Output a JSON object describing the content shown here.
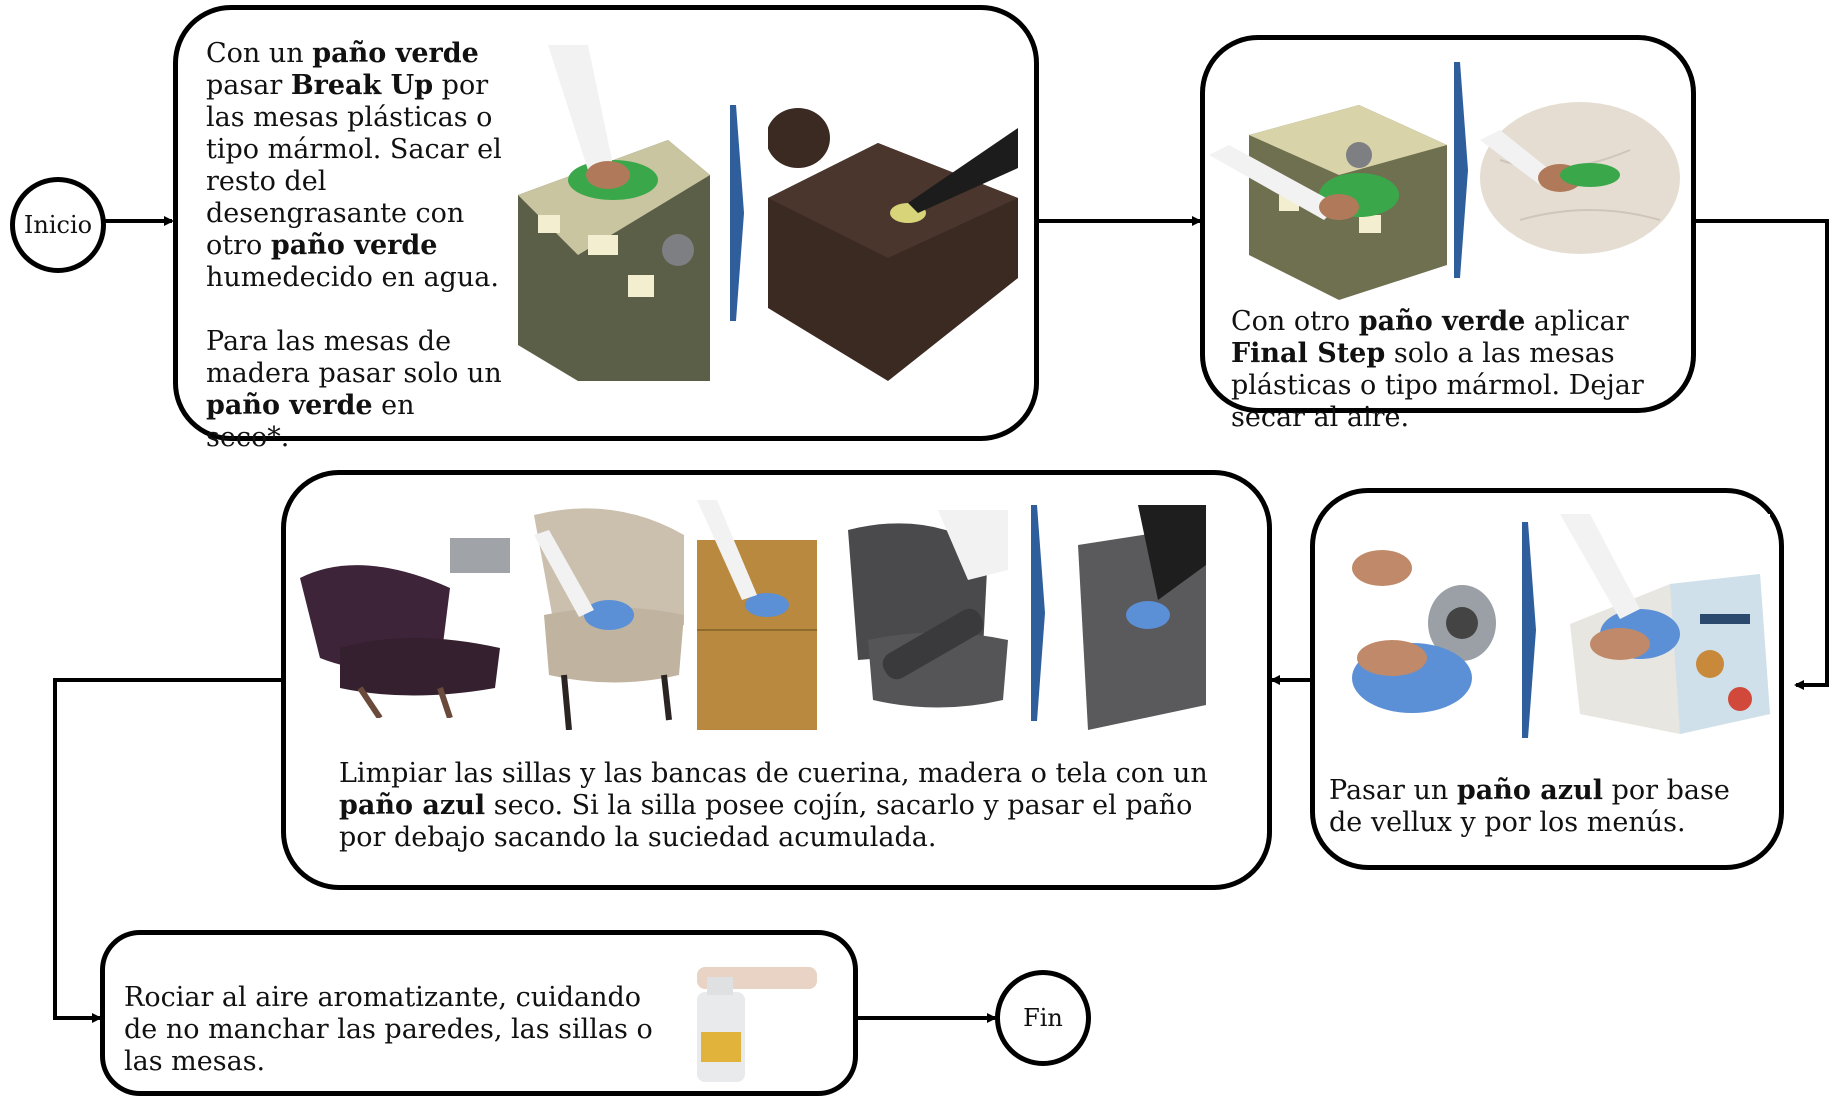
{
  "start": {
    "label": "Inicio"
  },
  "end": {
    "label": "Fin"
  },
  "step1": {
    "p1": [
      "Con un ",
      "paño verde",
      " pasar ",
      "Break Up",
      " por las mesas plásticas o tipo mármol. Sacar el resto del desengrasante con otro ",
      "paño verde",
      " humedecido en agua."
    ],
    "p2": [
      "Para las mesas de madera pasar solo un ",
      "paño verde",
      " en seco*."
    ]
  },
  "step2": {
    "p1": [
      "Con otro ",
      "paño verde",
      " aplicar ",
      "Final Step",
      " solo a las mesas plásticas o tipo mármol. Dejar secar al aire."
    ]
  },
  "step3": {
    "p1": [
      "Pasar un ",
      "paño azul",
      " por base de vellux y por los menús."
    ]
  },
  "step4": {
    "p1": [
      "Limpiar las sillas y las bancas de cuerina, madera o tela con un ",
      "paño azul",
      " seco. Si la silla posee cojín, sacarlo y pasar el paño por debajo sacando la suciedad acumulada."
    ]
  },
  "step5": {
    "p1": "Rociar al aire aromatizante, cuidando de no manchar las paredes, las sillas o las mesas."
  },
  "colors": {
    "chevron": "#2f5e9c",
    "cloth_green": "#3aa84a",
    "cloth_blue": "#5b8fd6",
    "line": "#000000"
  }
}
